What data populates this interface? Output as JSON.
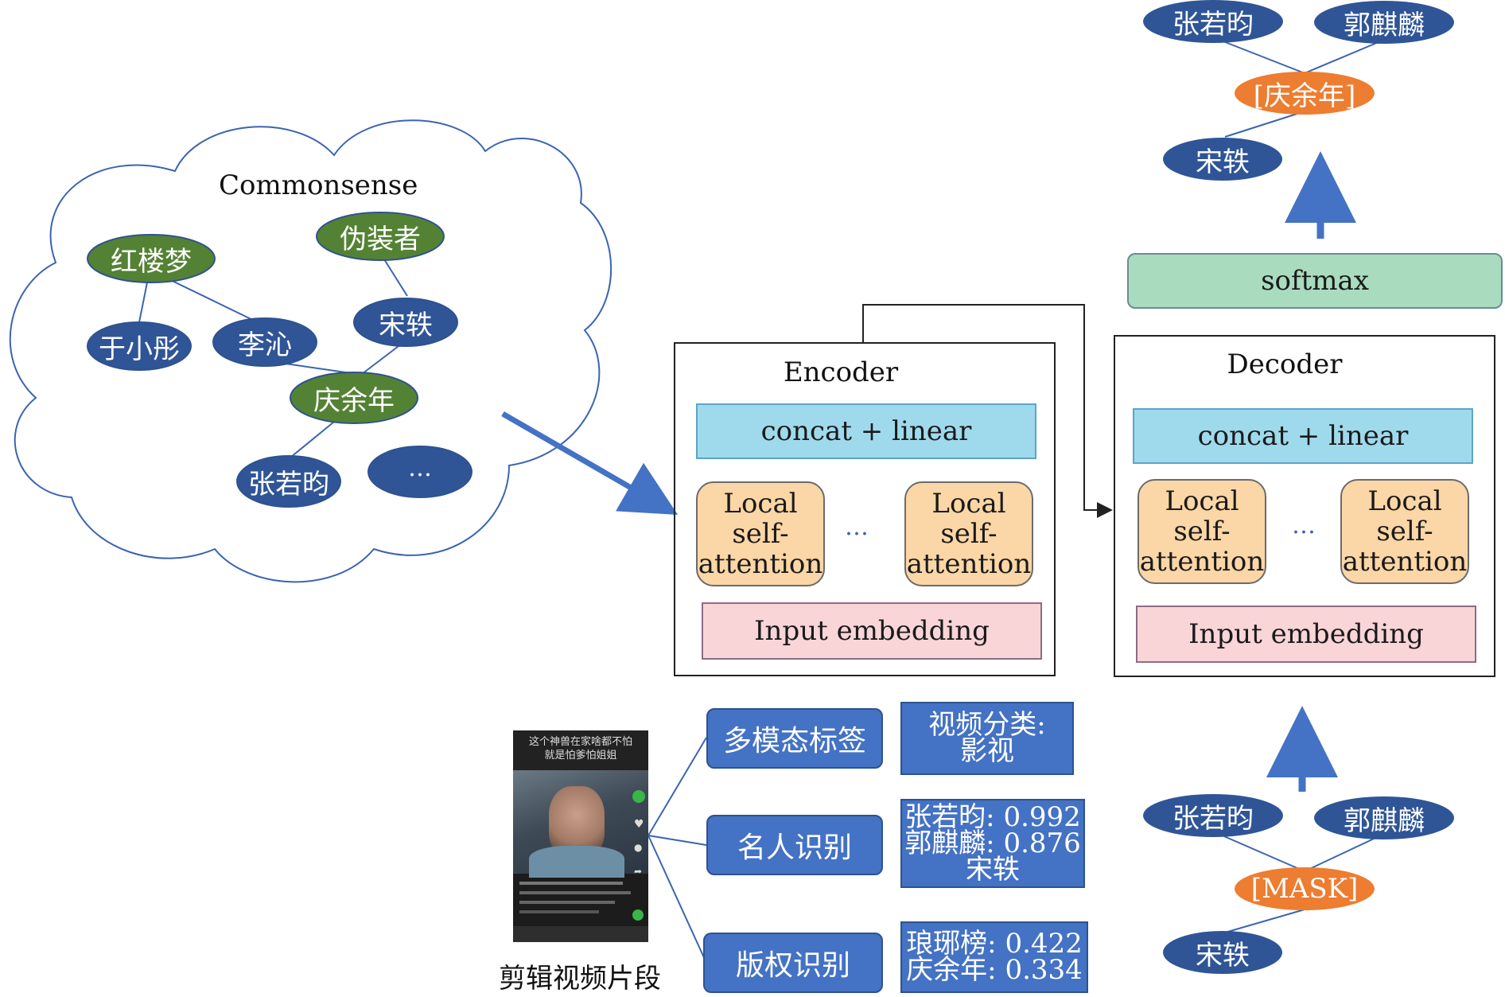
{
  "commonsense": {
    "title": "Commonsense",
    "nodes": {
      "honglou": "红楼梦",
      "weizhuang": "伪装者",
      "yuxiaotong": "于小彤",
      "liqin": "李沁",
      "songyi": "宋轶",
      "qingyunian": "庆余年",
      "zhangruoyun": "张若昀",
      "ellipsis": "…"
    }
  },
  "encoder": {
    "title": "Encoder",
    "concat": "concat + linear",
    "attn_left": [
      "Local",
      "self-",
      "attention"
    ],
    "attn_right": [
      "Local",
      "self-",
      "attention"
    ],
    "dots": "…",
    "embedding": "Input embedding"
  },
  "decoder": {
    "title": "Decoder",
    "concat": "concat + linear",
    "attn_left": [
      "Local",
      "self-",
      "attention"
    ],
    "attn_right": [
      "Local",
      "self-",
      "attention"
    ],
    "dots": "…",
    "embedding": "Input embedding"
  },
  "softmax": "softmax",
  "output_graph": {
    "zhangruoyun": "张若昀",
    "guoqilin": "郭麒麟",
    "center": "[庆余年]",
    "songyi": "宋轶"
  },
  "input_graph": {
    "zhangruoyun": "张若昀",
    "guoqilin": "郭麒麟",
    "center": "[MASK]",
    "songyi": "宋轶"
  },
  "video": {
    "caption": "剪辑视频片段",
    "overlay_line1": "这个神兽在家啥都不怕",
    "overlay_line2": "就是怕爹怕姐姐"
  },
  "tags": {
    "multimodal": "多模态标签",
    "celebrity": "名人识别",
    "copyright": "版权识别"
  },
  "results": {
    "multimodal": [
      "视频分类:",
      "影视"
    ],
    "celebrity": [
      "张若昀: 0.992",
      "郭麒麟: 0.876",
      "宋轶"
    ],
    "copyright": [
      "琅琊榜: 0.422",
      "庆余年: 0.334"
    ]
  },
  "colors": {
    "blue_node": "#2f5597",
    "green_node": "#548235",
    "orange_node": "#ed7d31",
    "edge": "#3b64b1",
    "arrow": "#4472c4"
  }
}
